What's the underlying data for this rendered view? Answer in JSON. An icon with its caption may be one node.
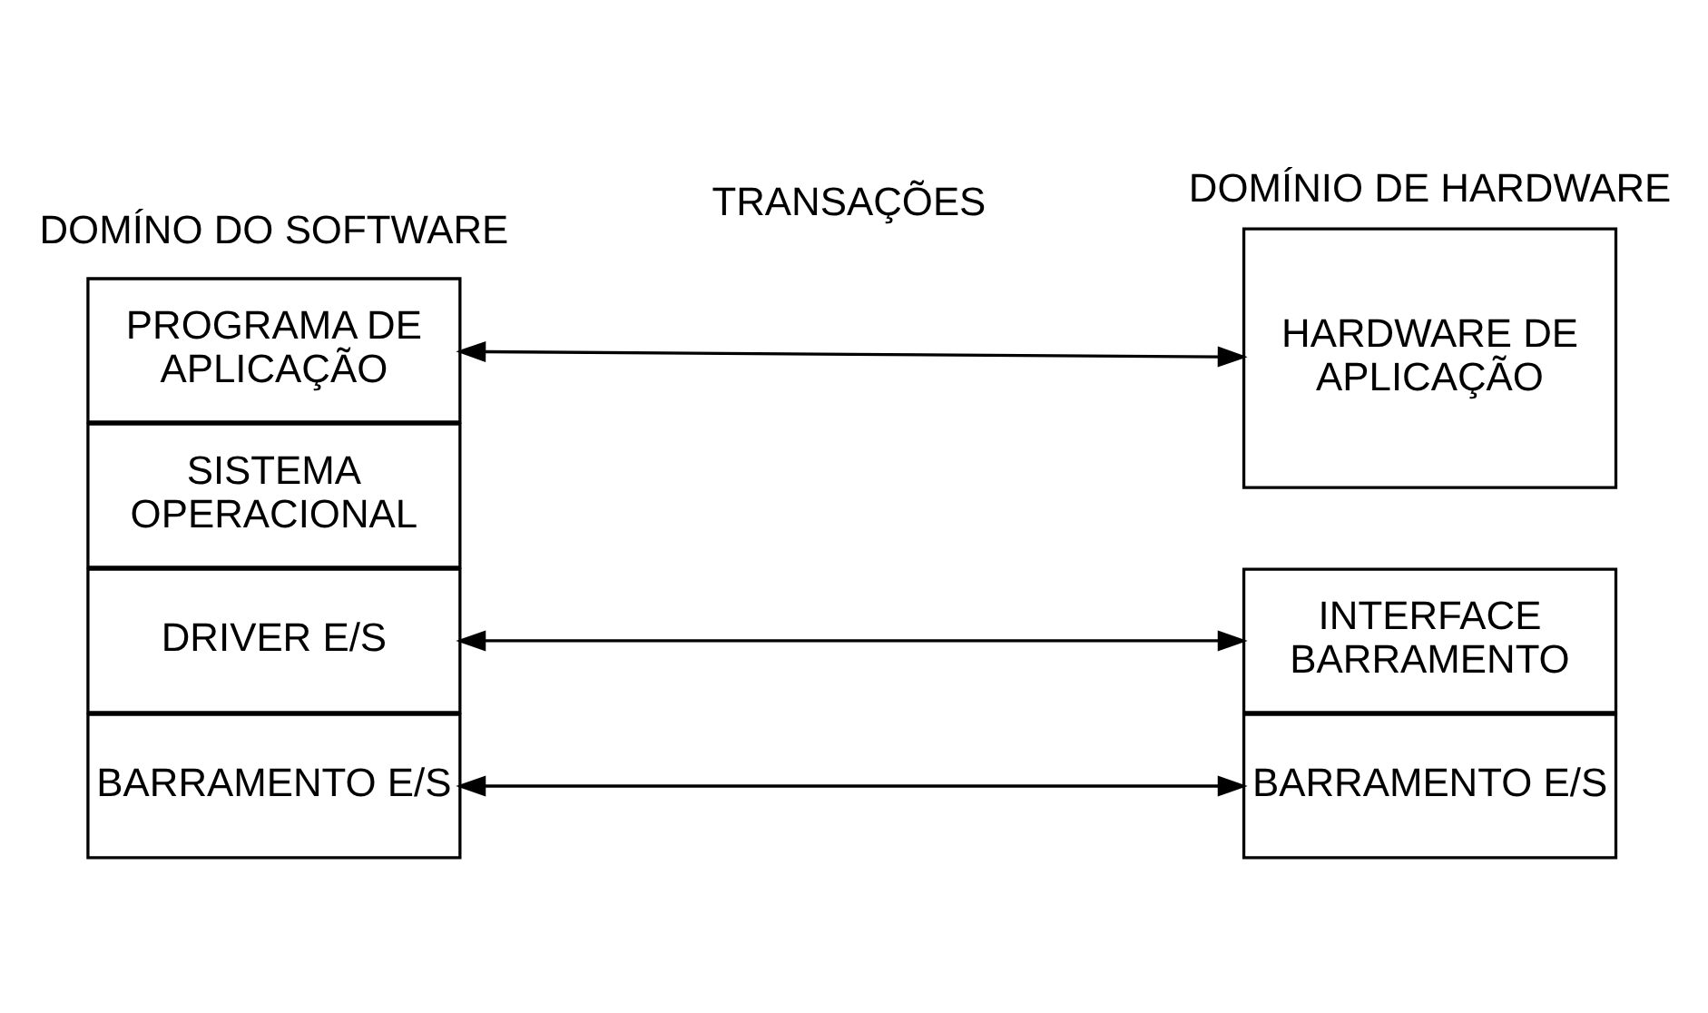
{
  "diagram": {
    "nodes": [
      {
        "text": [
          "PROGRAMA DE APLICAÇÃO"
        ]
      },
      {
        "text": [
          "SISTEMA OPERACIONAL"
        ]
      },
      {
        "text": [
          "DRIVER E/S"
        ]
      },
      {
        "text": [
          "BARRAMENTO E/S"
        ]
      },
      {
        "text": [
          "HARDWARE DE APLICAÇÃO"
        ]
      },
      {
        "text": [
          "INTERFACE BARRAMENTO"
        ]
      },
      {
        "text": [
          "BARRAMENTO E/S"
        ]
      }
    ],
    "edges": [
      {
        "from": 0,
        "to": 4,
        "arrow": "both"
      },
      {
        "from": 2,
        "to": 5,
        "arrow": "both"
      },
      {
        "from": 3,
        "to": 6,
        "arrow": "both"
      }
    ],
    "labels": [
      "DOMÍNO DO SOFTWARE",
      "DOMÍNIO DE HARDWARE",
      "TRANSAÇÕES"
    ]
  }
}
